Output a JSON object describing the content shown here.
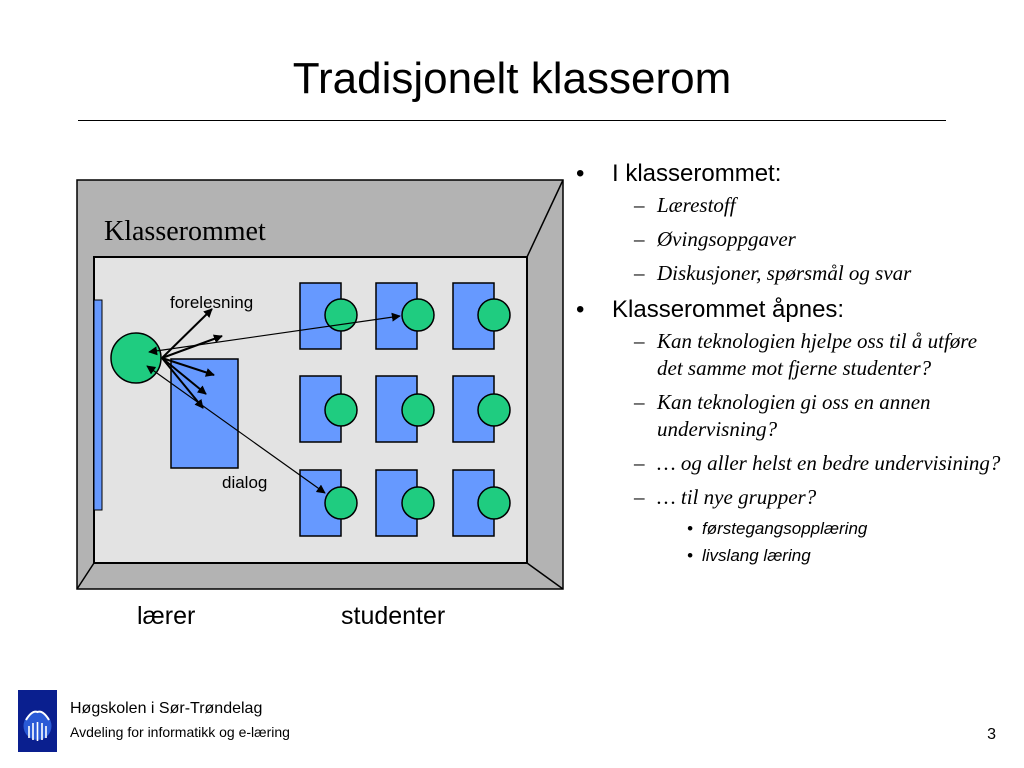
{
  "slide": {
    "title": "Tradisjonelt klasserom",
    "page_number": "3"
  },
  "diagram": {
    "room_label": "Klasserommet",
    "label_forelesning": "forelesning",
    "label_dialog": "dialog",
    "label_teacher": "lærer",
    "label_students": "studenter",
    "colors": {
      "wall": "#b3b3b3",
      "floor": "#e3e3e3",
      "desk": "#6699ff",
      "person": "#1fcc80"
    }
  },
  "bullets": [
    {
      "text": "I klasserommet:",
      "sub": [
        {
          "text": "Lærestoff"
        },
        {
          "text": "Øvingsoppgaver"
        },
        {
          "text": "Diskusjoner, spørsmål og svar"
        }
      ]
    },
    {
      "text": "Klasserommet åpnes:",
      "sub": [
        {
          "text": "Kan teknologien hjelpe oss til å utføre det samme mot fjerne studenter?"
        },
        {
          "text": "Kan teknologien gi oss en annen undervisning?"
        },
        {
          "text": "… og aller helst en bedre undervisining?"
        },
        {
          "text": "… til nye grupper?",
          "sub": [
            {
              "text": "førstegangsopplæring"
            },
            {
              "text": "livslang læring"
            }
          ]
        }
      ]
    }
  ],
  "footer": {
    "org": "Høgskolen i Sør-Trøndelag",
    "dept": "Avdeling for informatikk og e-læring",
    "logo_icon": "hist-logo-icon"
  }
}
